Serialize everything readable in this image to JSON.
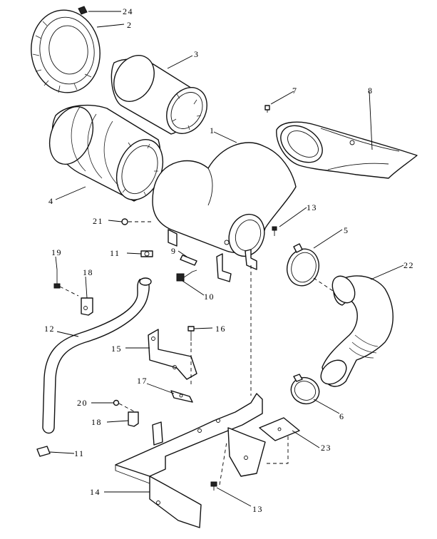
{
  "callouts": {
    "p1": "1",
    "p2": "2",
    "p3": "3",
    "p4": "4",
    "p5": "5",
    "p6": "6",
    "p7": "7",
    "p8": "8",
    "p9": "9",
    "p10": "10",
    "p11a": "11",
    "p11b": "11",
    "p12": "12",
    "p13a": "13",
    "p13b": "13",
    "p14": "14",
    "p15": "15",
    "p16": "16",
    "p17": "17",
    "p18a": "18",
    "p18b": "18",
    "p19": "19",
    "p20": "20",
    "p21": "21",
    "p22": "22",
    "p23": "23",
    "p24": "24"
  }
}
